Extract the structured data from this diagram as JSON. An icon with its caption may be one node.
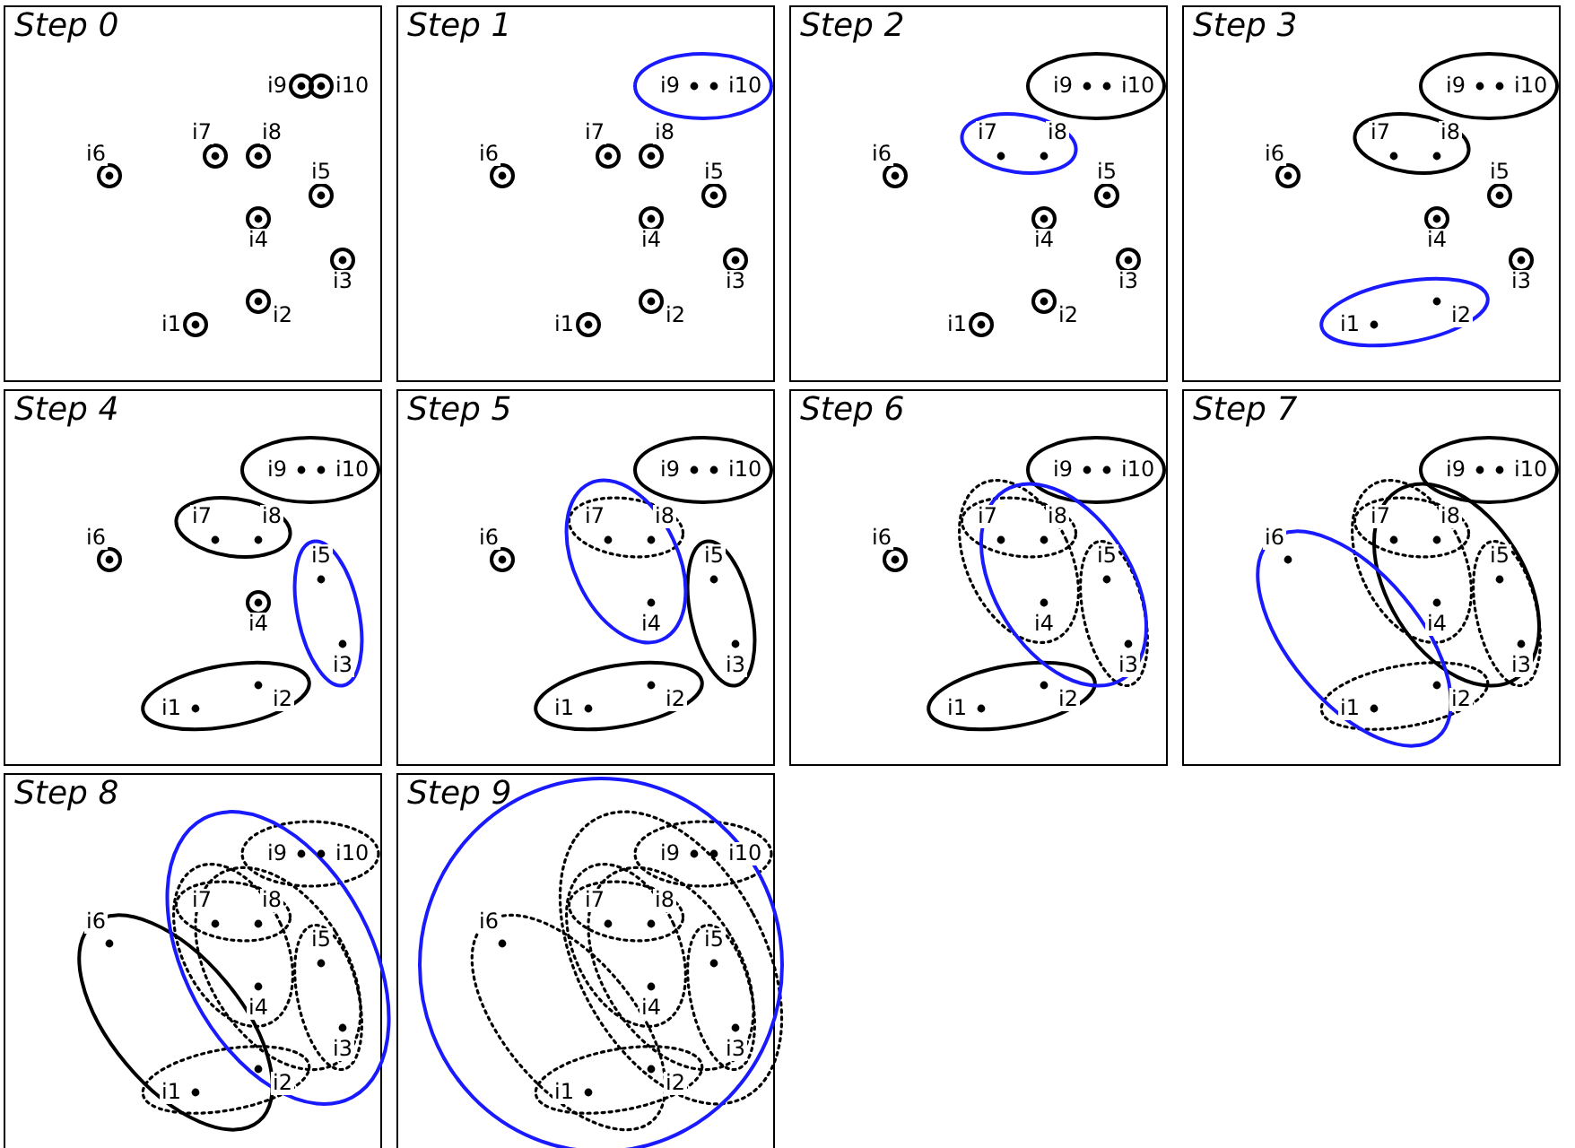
{
  "diagram": {
    "nodes": [
      {
        "text": [
          "Step 0"
        ]
      },
      {
        "text": [
          "Step 1"
        ]
      },
      {
        "text": [
          "Step 2"
        ]
      },
      {
        "text": [
          "Step 3"
        ]
      },
      {
        "text": [
          "Step 4"
        ]
      },
      {
        "text": [
          "Step 5"
        ]
      },
      {
        "text": [
          "Step 6"
        ]
      },
      {
        "text": [
          "Step 7"
        ]
      },
      {
        "text": [
          "Step 8"
        ]
      },
      {
        "text": [
          "Step 9"
        ]
      }
    ],
    "labels": [
      "i9",
      "i10",
      "i7",
      "i8",
      "i6",
      "i5",
      "i4",
      "i3",
      "i2",
      "i1",
      "i9",
      "i10",
      "i7",
      "i8",
      "i6",
      "i5",
      "i4",
      "i3",
      "i2",
      "i1",
      "i9",
      "i10",
      "i7",
      "i8",
      "i6",
      "i5",
      "i4",
      "i3",
      "i2",
      "i1",
      "i9",
      "i10",
      "i7",
      "i8",
      "i6",
      "i5",
      "i4",
      "i3",
      "i2",
      "i1",
      "i9",
      "i10",
      "i7",
      "i8",
      "i6",
      "i5",
      "i4",
      "i3",
      "i2",
      "i1",
      "i9",
      "i10",
      "i7",
      "i8",
      "i6",
      "i5",
      "i4",
      "i3",
      "i2",
      "i1",
      "i9",
      "i10",
      "i7",
      "i8",
      "i6",
      "i5",
      "i4",
      "i3",
      "i2",
      "i1",
      "i9",
      "i10",
      "i7",
      "i8",
      "i6",
      "i5",
      "i4",
      "i3",
      "i2",
      "i1",
      "i9",
      "i10",
      "i7",
      "i8",
      "i6",
      "i5",
      "i4",
      "i3",
      "i2",
      "i1",
      "i9",
      "i10",
      "i7",
      "i8",
      "i6",
      "i5",
      "i4",
      "i3",
      "i2",
      "i1"
    ]
  }
}
